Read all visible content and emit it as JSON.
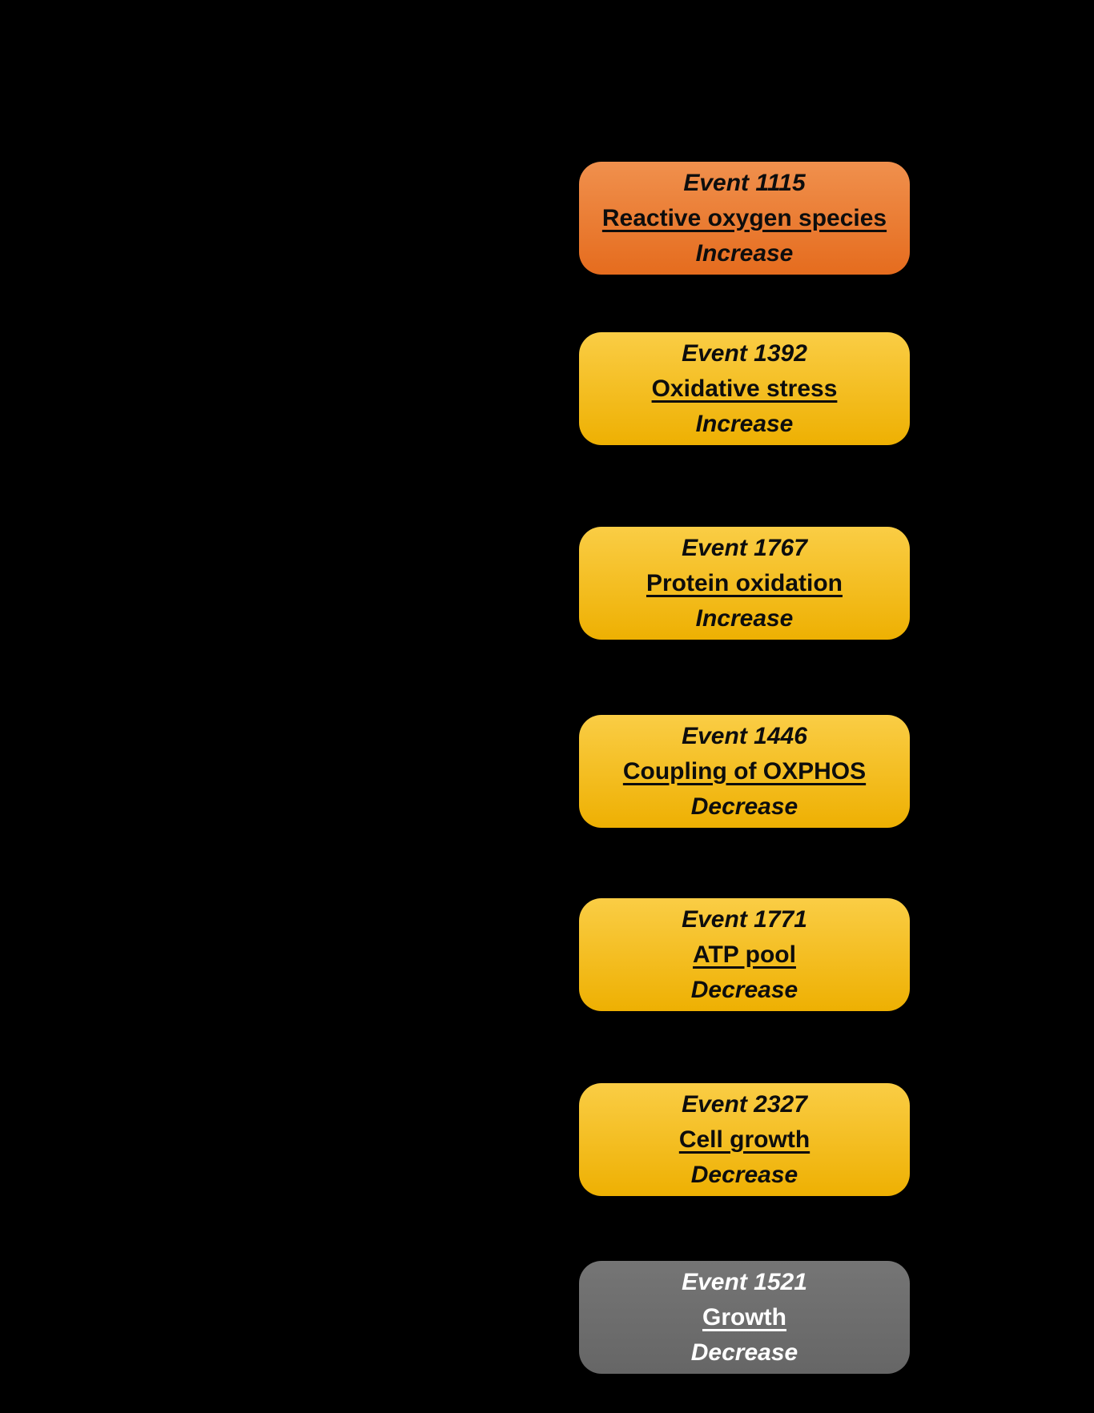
{
  "diagram": {
    "kind": "adverse-outcome-pathway-flowchart",
    "background_color": "#000000"
  },
  "events": [
    {
      "id": "Event 1115",
      "name": "Reactive oxygen species",
      "direction": "Increase",
      "fill_top": "#F0904D",
      "fill_bottom": "#E56C1E",
      "text_color": "#0d0d0d"
    },
    {
      "id": "Event 1392",
      "name": "Oxidative stress",
      "direction": "Increase",
      "fill_top": "#FACD45",
      "fill_bottom": "#EEB002",
      "text_color": "#0d0d0d"
    },
    {
      "id": "Event 1767",
      "name": "Protein oxidation",
      "direction": "Increase",
      "fill_top": "#FACD45",
      "fill_bottom": "#EEB002",
      "text_color": "#0d0d0d"
    },
    {
      "id": "Event 1446",
      "name": "Coupling of OXPHOS",
      "direction": "Decrease",
      "fill_top": "#FACD45",
      "fill_bottom": "#EEB002",
      "text_color": "#0d0d0d"
    },
    {
      "id": "Event 1771",
      "name": "ATP pool",
      "direction": "Decrease",
      "fill_top": "#FACD45",
      "fill_bottom": "#EEB002",
      "text_color": "#0d0d0d"
    },
    {
      "id": "Event 2327",
      "name": "Cell growth",
      "direction": "Decrease",
      "fill_top": "#FACD45",
      "fill_bottom": "#EEB002",
      "text_color": "#0d0d0d"
    },
    {
      "id": "Event 1521",
      "name": "Growth",
      "direction": "Decrease",
      "fill_top": "#757575",
      "fill_bottom": "#666666",
      "text_color": "#ffffff"
    }
  ]
}
